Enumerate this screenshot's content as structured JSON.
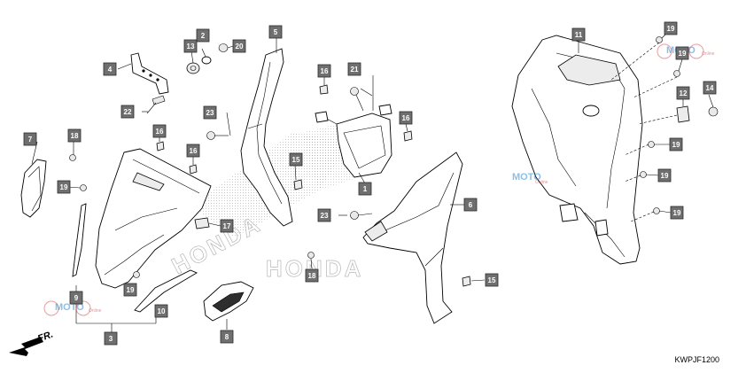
{
  "callouts": [
    {
      "id": "c1",
      "label": "1"
    },
    {
      "id": "c2",
      "label": "2"
    },
    {
      "id": "c3",
      "label": "3"
    },
    {
      "id": "c4",
      "label": "4"
    },
    {
      "id": "c5",
      "label": "5"
    },
    {
      "id": "c6",
      "label": "6"
    },
    {
      "id": "c7",
      "label": "7"
    },
    {
      "id": "c8",
      "label": "8"
    },
    {
      "id": "c9",
      "label": "9"
    },
    {
      "id": "c10",
      "label": "10"
    },
    {
      "id": "c11",
      "label": "11"
    },
    {
      "id": "c12",
      "label": "12"
    },
    {
      "id": "c13",
      "label": "13"
    },
    {
      "id": "c14",
      "label": "14"
    },
    {
      "id": "c15a",
      "label": "15"
    },
    {
      "id": "c15b",
      "label": "15"
    },
    {
      "id": "c16a",
      "label": "16"
    },
    {
      "id": "c16b",
      "label": "16"
    },
    {
      "id": "c16c",
      "label": "16"
    },
    {
      "id": "c16d",
      "label": "16"
    },
    {
      "id": "c17",
      "label": "17"
    },
    {
      "id": "c18a",
      "label": "18"
    },
    {
      "id": "c18b",
      "label": "18"
    },
    {
      "id": "c19a",
      "label": "19"
    },
    {
      "id": "c19b",
      "label": "19"
    },
    {
      "id": "c19c",
      "label": "19"
    },
    {
      "id": "c19d",
      "label": "19"
    },
    {
      "id": "c19e",
      "label": "19"
    },
    {
      "id": "c19f",
      "label": "19"
    },
    {
      "id": "c19g",
      "label": "19"
    },
    {
      "id": "c20",
      "label": "20"
    },
    {
      "id": "c21",
      "label": "21"
    },
    {
      "id": "c22",
      "label": "22"
    },
    {
      "id": "c23a",
      "label": "23"
    },
    {
      "id": "c23b",
      "label": "23"
    }
  ],
  "direction_label": "FR.",
  "reference_code": "KWPJF1200",
  "watermark_text": "HONDA",
  "logo_text": "MOTO",
  "logo_subtext": "Online"
}
